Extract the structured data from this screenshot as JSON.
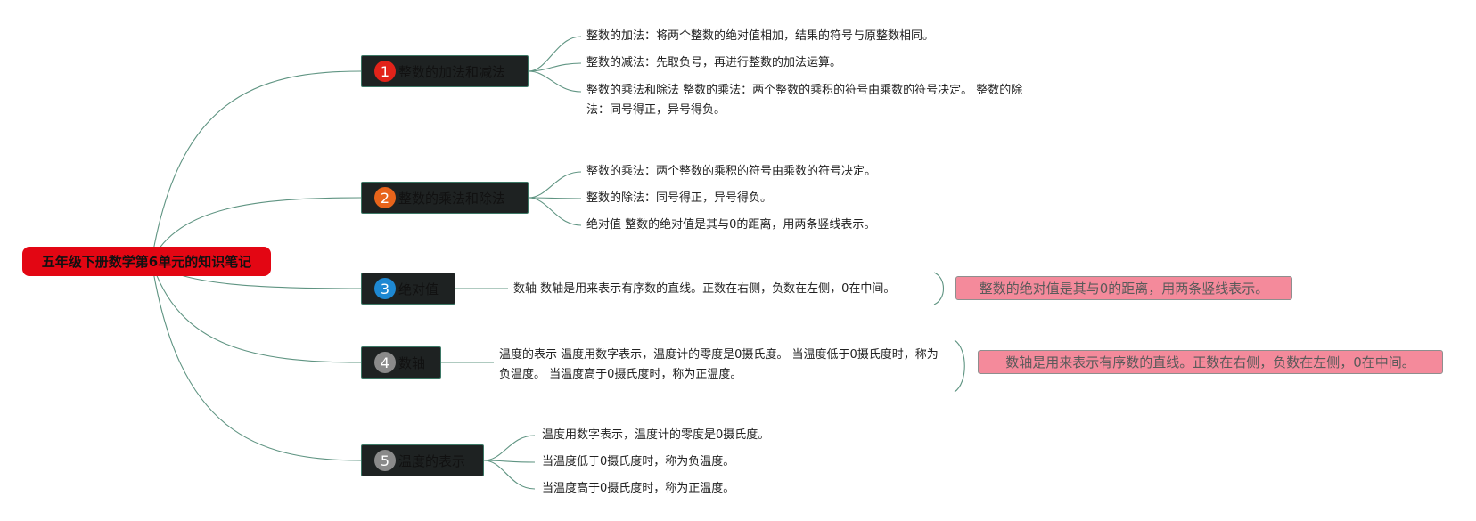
{
  "root": {
    "label": "五年级下册数学第6单元的知识笔记",
    "color": "#e30613"
  },
  "topics": [
    {
      "number": "1",
      "badge_color": "#e2231a",
      "label": "整数的加法和减法",
      "leaves": [
        "整数的加法：将两个整数的绝对值相加，结果的符号与原整数相同。",
        "整数的减法：先取负号，再进行整数的加法运算。",
        "整数的乘法和除法 整数的乘法：两个整数的乘积的符号由乘数的符号决定。 整数的除法：同号得正，异号得负。"
      ]
    },
    {
      "number": "2",
      "badge_color": "#e8641b",
      "label": "整数的乘法和除法",
      "leaves": [
        "整数的乘法：两个整数的乘积的符号由乘数的符号决定。",
        "整数的除法：同号得正，异号得负。",
        "绝对值 整数的绝对值是其与0的距离，用两条竖线表示。"
      ]
    },
    {
      "number": "3",
      "badge_color": "#1e88d2",
      "label": "绝对值",
      "leaves": [
        "数轴 数轴是用来表示有序数的直线。正数在右侧，负数在左侧，0在中间。"
      ],
      "summary": "整数的绝对值是其与0的距离，用两条竖线表示。"
    },
    {
      "number": "4",
      "badge_color": "#8a8a8a",
      "label": "数轴",
      "leaves": [
        "温度的表示 温度用数字表示，温度计的零度是0摄氏度。 当温度低于0摄氏度时，称为负温度。 当温度高于0摄氏度时，称为正温度。"
      ],
      "summary": "数轴是用来表示有序数的直线。正数在右侧，负数在左侧，0在中间。"
    },
    {
      "number": "5",
      "badge_color": "#8a8a8a",
      "label": "温度的表示",
      "leaves": [
        "温度用数字表示，温度计的零度是0摄氏度。",
        "当温度低于0摄氏度时，称为负温度。",
        "当温度高于0摄氏度时，称为正温度。"
      ]
    }
  ],
  "colors": {
    "connector": "#5f9482",
    "summary_fill": "#f48a9b",
    "topic_fill": "#1e2222"
  }
}
